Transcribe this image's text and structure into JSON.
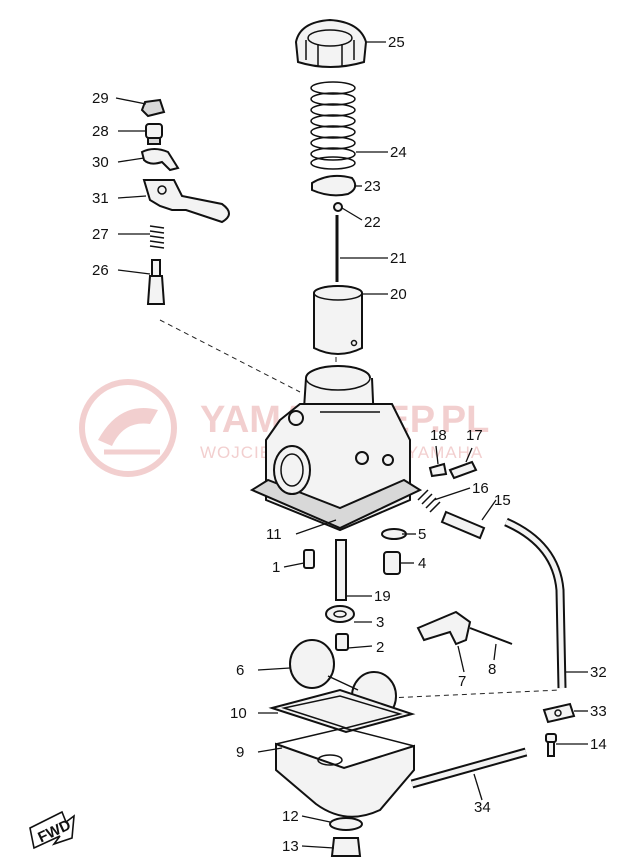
{
  "watermark": {
    "title": "YAMASKLEP.PL",
    "subtitle": "WOJCIECH ... DEALER YAMAHA"
  },
  "fwd_label": "FWD",
  "callouts": {
    "c1": "1",
    "c2": "2",
    "c3": "3",
    "c4": "4",
    "c5": "5",
    "c6": "6",
    "c7": "7",
    "c8": "8",
    "c9": "9",
    "c10": "10",
    "c11": "11",
    "c12": "12",
    "c13": "13",
    "c14": "14",
    "c15": "15",
    "c16": "16",
    "c17": "17",
    "c18": "18",
    "c19": "19",
    "c20": "20",
    "c21": "21",
    "c22": "22",
    "c23": "23",
    "c24": "24",
    "c25": "25",
    "c26": "26",
    "c27": "27",
    "c28": "28",
    "c29": "29",
    "c30": "30",
    "c31": "31",
    "c32": "32",
    "c33": "33",
    "c34": "34"
  }
}
